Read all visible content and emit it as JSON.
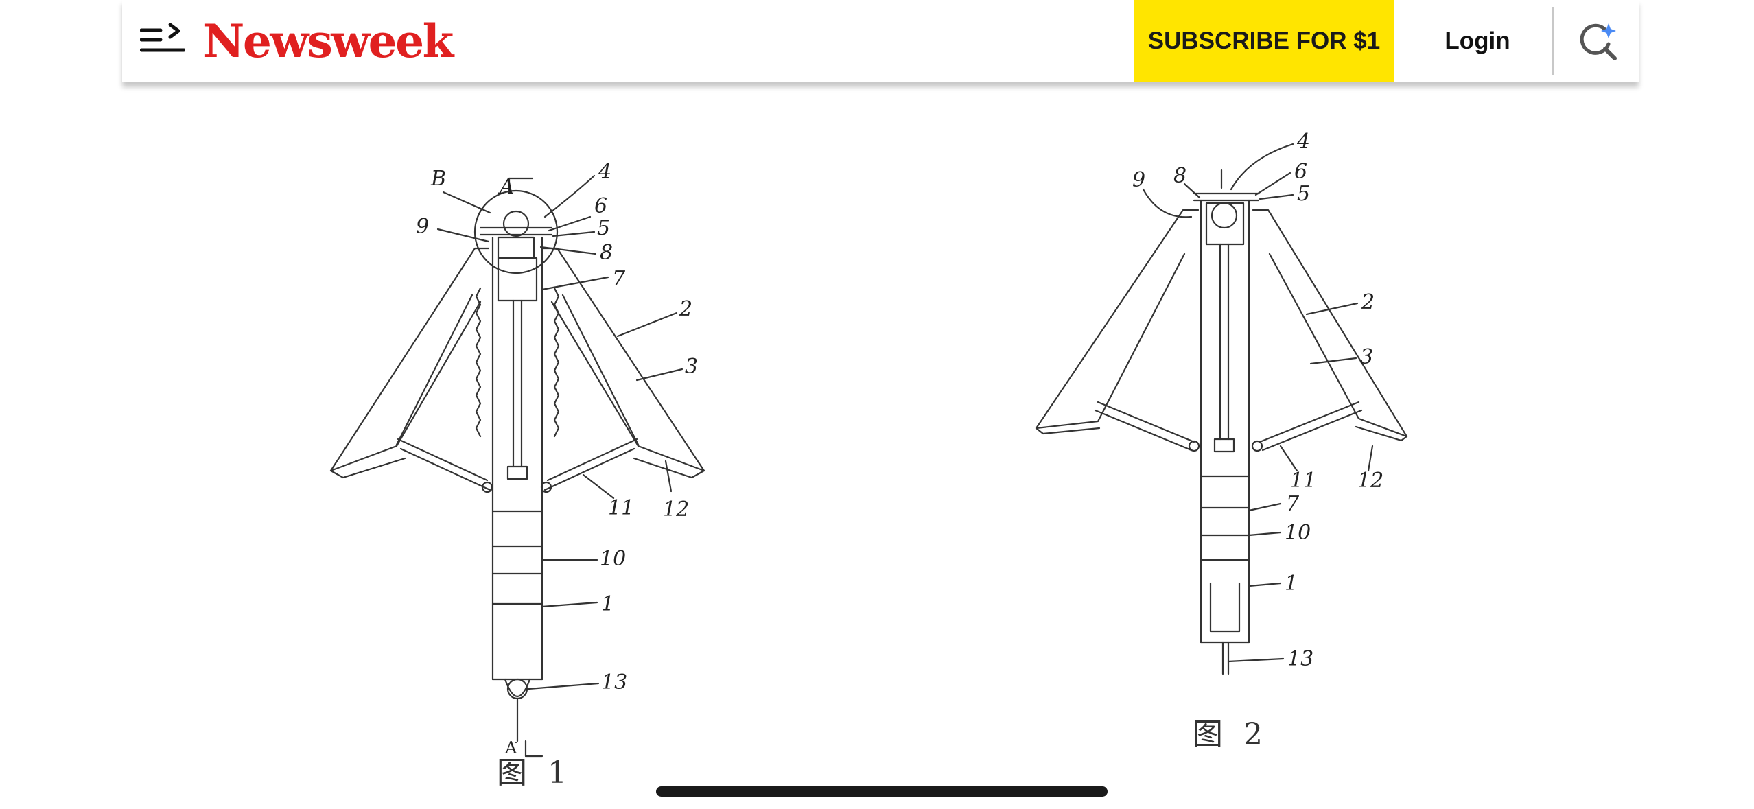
{
  "header": {
    "logo_text": "Newsweek",
    "subscribe_label": "SUBSCRIBE FOR $1",
    "login_label": "Login"
  },
  "icons": {
    "menu": "menu-arrow-icon",
    "search": "sparkle-search-icon"
  },
  "colors": {
    "brand_red": "#e02020",
    "subscribe_yellow": "#ffe500",
    "header_background": "#ffffff",
    "ai_sparkle_blue": "#4a8af4"
  },
  "figures": {
    "figure_1": {
      "caption": "图 1",
      "section_label_top": "A",
      "section_label_bottom": "A",
      "detail_label": "B",
      "callouts": [
        "4",
        "6",
        "5",
        "8",
        "9",
        "7",
        "2",
        "3",
        "11",
        "12",
        "10",
        "1",
        "13"
      ]
    },
    "figure_2": {
      "caption": "图 2",
      "callouts": [
        "4",
        "6",
        "5",
        "9",
        "8",
        "2",
        "3",
        "11",
        "12",
        "7",
        "10",
        "1",
        "13"
      ]
    }
  }
}
